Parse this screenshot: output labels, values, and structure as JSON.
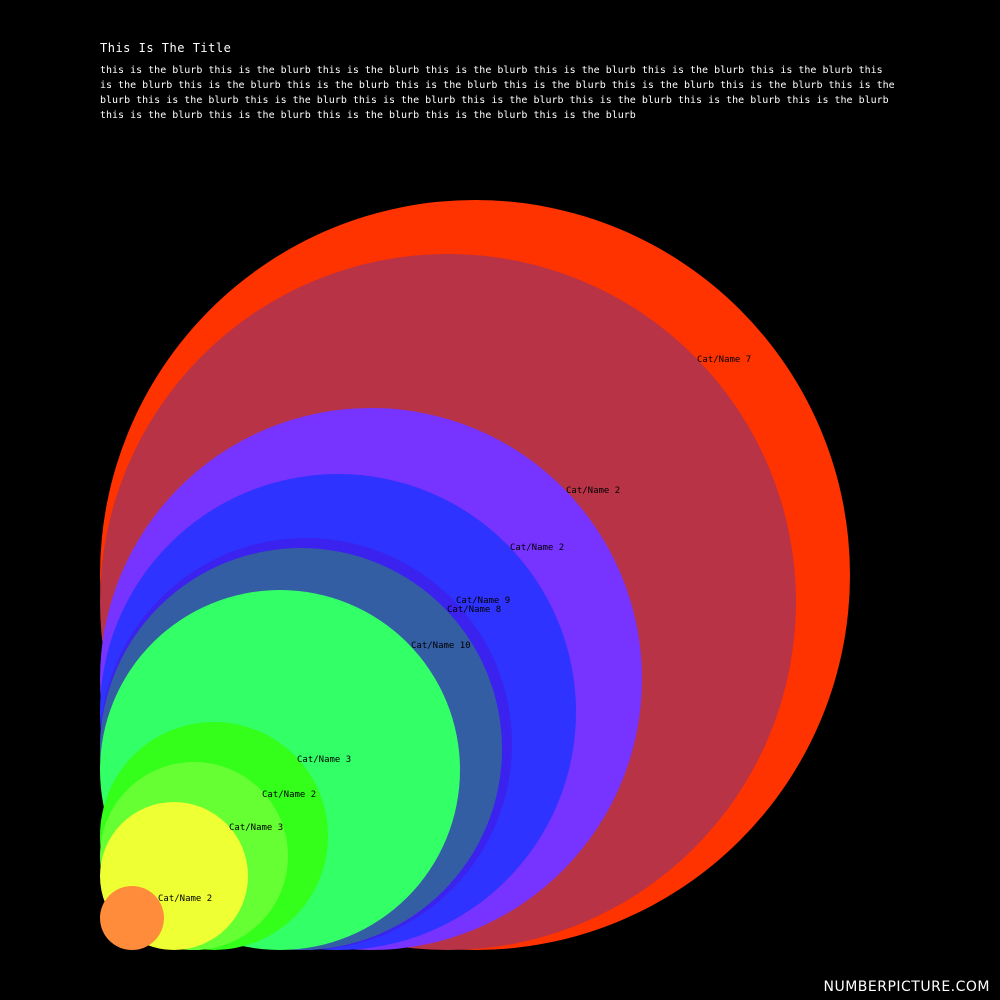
{
  "chart_data": {
    "type": "bubble",
    "title": "This Is The Title",
    "blurb": "this is the blurb this is the blurb this is the blurb this is the blurb this is the blurb this is the blurb this is the blurb this is the blurb this is the blurb this is the blurb this is the blurb this is the blurb this is the blurb this is the blurb this is the blurb this is the blurb this is the blurb this is the blurb this is the blurb this is the blurb this is the blurb this is the blurb this is the blurb this is the blurb this is the blurb this is the blurb this is the blurb",
    "bubbles": [
      {
        "label": "",
        "color": "#ff3300"
      },
      {
        "label": "Cat/Name 7",
        "color": "#b83346"
      },
      {
        "label": "Cat/Name 2",
        "color": "#7733ff"
      },
      {
        "label": "Cat/Name 2",
        "color": "#2e33ff"
      },
      {
        "label": "Cat/Name 9",
        "color": "#3b22ee"
      },
      {
        "label": "Cat/Name 8",
        "color": "#335ea3"
      },
      {
        "label": "Cat/Name 10",
        "color": "#33ff66"
      },
      {
        "label": "Cat/Name 3",
        "color": "#33ff1a"
      },
      {
        "label": "Cat/Name 2",
        "color": "#66ff33"
      },
      {
        "label": "Cat/Name 3",
        "color": "#eeff33"
      },
      {
        "label": "Cat/Name 2",
        "color": "#ff8c3b"
      }
    ]
  },
  "watermark": "NUMBERPICTURE.COM"
}
